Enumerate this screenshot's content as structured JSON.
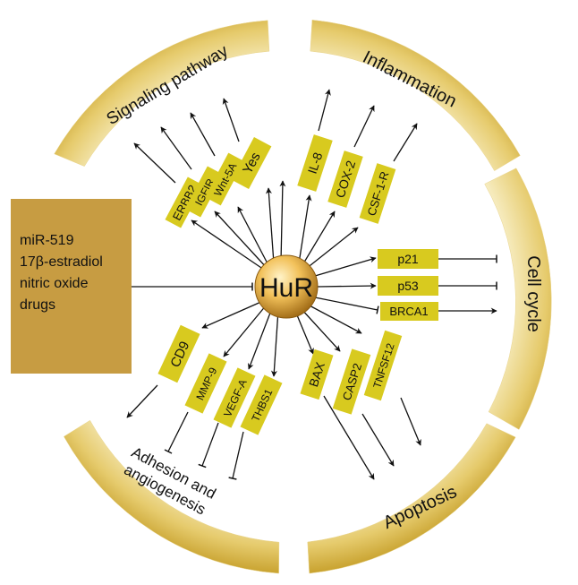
{
  "hub": {
    "label": "HuR"
  },
  "regulators": [
    "miR-519",
    "17β-estradiol",
    "nitric oxide",
    "drugs"
  ],
  "sectors": {
    "signaling": "Signaling pathway",
    "inflammation": "Inflammation",
    "cell_cycle": "Cell cycle",
    "apoptosis": "Apoptosis",
    "adhesion_line1": "Adhesion and",
    "adhesion_line2": "angiogenesis"
  },
  "targets": {
    "erbb2": "ERBB2",
    "igfir": "IGFIR",
    "wnt5a": "Wnt-5A",
    "yes": "Yes",
    "il8": "IL-8",
    "cox2": "COX-2",
    "csf1r": "CSF-1-R",
    "p21": "p21",
    "p53": "p53",
    "brca1": "BRCA1",
    "bax": "BAX",
    "casp2": "CASP2",
    "tnfsf12": "TNFSF12",
    "cd9": "CD9",
    "mmp9": "MMP-9",
    "vegfa": "VEGF-A",
    "thbs1": "THBS1"
  },
  "colors": {
    "sector_edge": "#c9a227",
    "sector_mid": "#efdc94",
    "sector_inner": "#fdf8e4",
    "box": "#d9cb1e",
    "regulator_box": "#c49a3d",
    "hub_dark": "#a86e12",
    "hub_light": "#ffe9a6"
  }
}
